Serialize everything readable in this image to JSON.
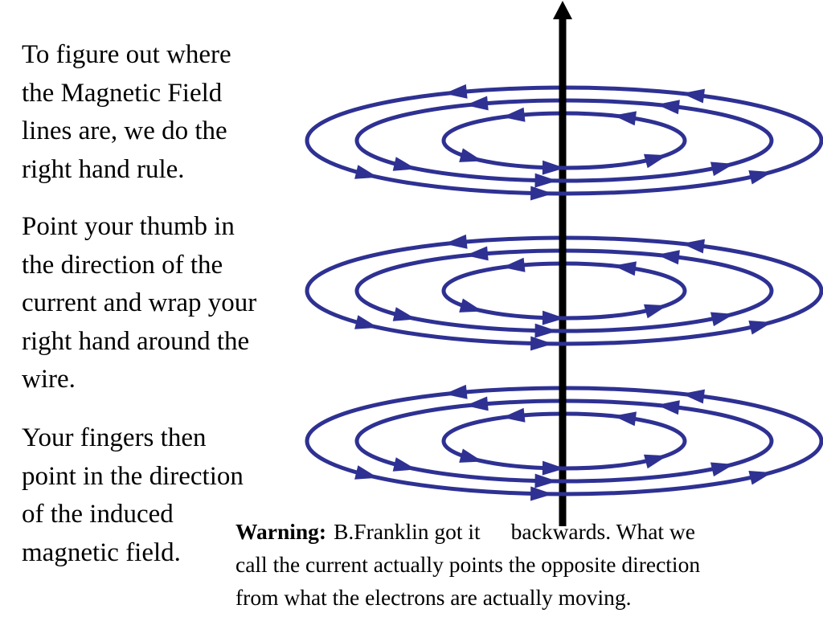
{
  "text": {
    "paragraph_1": [
      "To figure out where",
      "the Magnetic Field",
      "lines are, we do the",
      "right hand rule."
    ],
    "paragraph_2": [
      "Point your thumb in",
      "the direction of the",
      "current and wrap your",
      "right hand around the",
      "wire."
    ],
    "paragraph_3": [
      "Your fingers then",
      "point in the direction",
      "of the induced",
      "magnetic field."
    ]
  },
  "warning": {
    "label": "Warning:",
    "line_1_a": "B.Franklin got it",
    "line_1_b": "backwards.  What we",
    "line_2": "call the current actually points the opposite direction",
    "line_3": "from what the electrons are actually moving."
  },
  "colors": {
    "field_lines": "#2e3192",
    "wire": "#000000",
    "text": "#000000",
    "background": "#ffffff"
  },
  "diagram": {
    "wire_direction": "up",
    "field_level_count": 3,
    "rings_per_level": 3,
    "field_rotation": "counter-clockwise when viewed from above"
  }
}
